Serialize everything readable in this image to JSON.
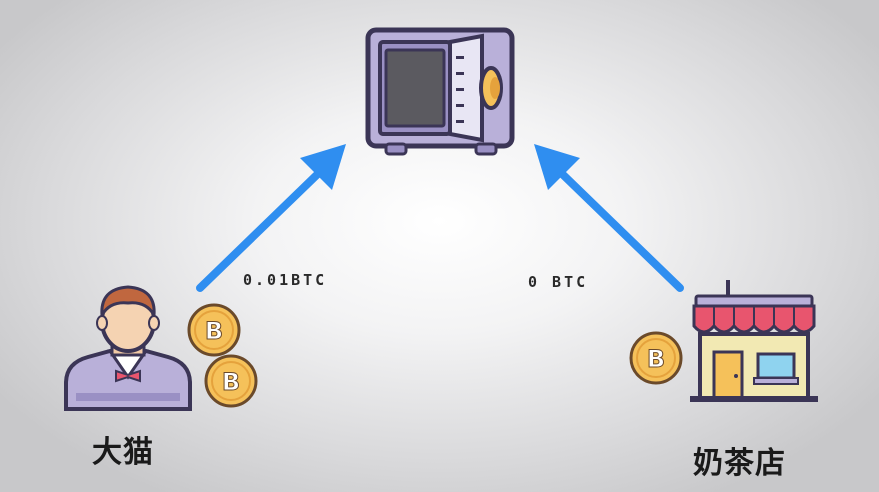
{
  "transfers": {
    "sender_amount": "0.01BTC",
    "shop_amount": "0 BTC"
  },
  "people": {
    "sender_name": "大猫",
    "shop_name": "奶茶店"
  },
  "icons": {
    "safe": "safe-icon",
    "person": "person-icon",
    "shop": "shop-icon",
    "coin": "bitcoin-coin-icon",
    "arrow": "arrow-up-icon"
  },
  "colors": {
    "arrow": "#2f8ef0",
    "safe_body": "#b3a9d4",
    "coin_gold": "#f5c15a",
    "awning": "#e8556e"
  }
}
